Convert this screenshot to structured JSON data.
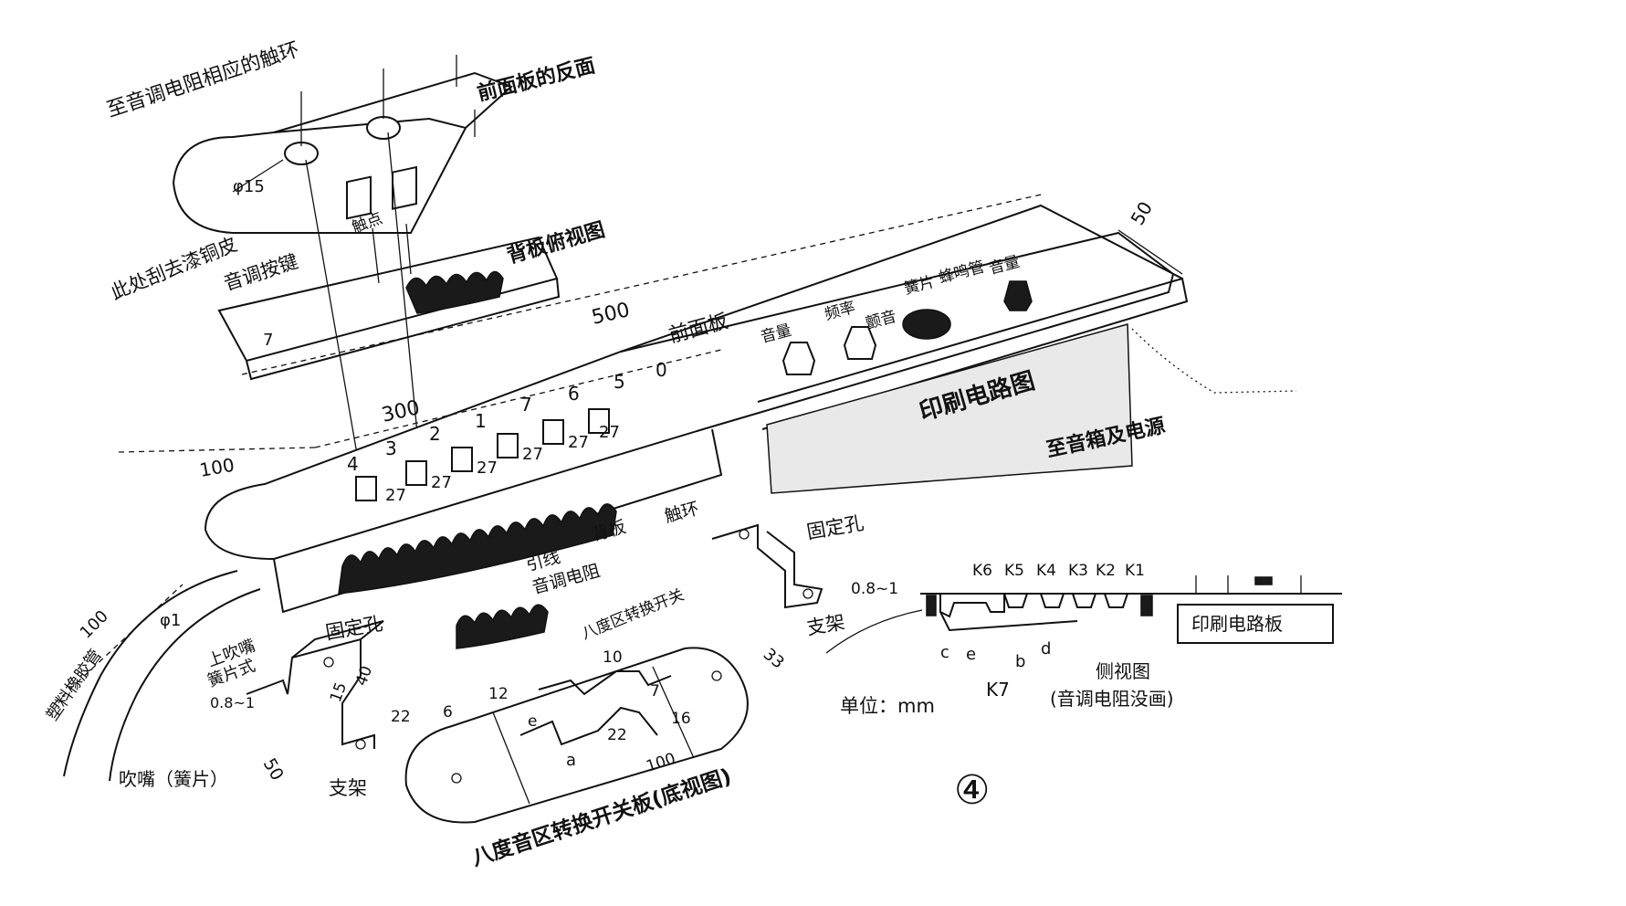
{
  "labels": {
    "key_contact": "至音调电阻相应的触环",
    "front_panel_reverse": "前面板的反面",
    "phi15": "φ15",
    "scrape_copper": "此处刮去漆铜皮",
    "contact": "触点",
    "tone_key": "音调按键",
    "back_panel_view": "背板俯视图",
    "dim_7": "7",
    "dim_500": "500",
    "front_panel": "前面板",
    "dim_50": "50",
    "knob_volume": "音量",
    "knob_freq": "频率",
    "knob_vibrato": "颤音",
    "knob_leaf": "簧片",
    "knob_buzzer": "蜂鸣管",
    "knob_tone": "音量",
    "pcb_box": "印刷电路图",
    "to_speaker_power": "至音箱及电源",
    "dim_300": "300",
    "dim_100_top": "100",
    "key_nums": [
      "4",
      "3",
      "2",
      "1",
      "7",
      "6",
      "5",
      "0"
    ],
    "spacing_27": "27",
    "lead_wire": "引线",
    "back_plate": "背板",
    "contact_ring": "触环",
    "tone_resistor": "音调电阻",
    "octave_switch": "八度区转换开关",
    "fix_hole_right": "固定孔",
    "dim_08_right": "0.8~1",
    "bracket_right": "支架",
    "dim_100_tube": "100",
    "phi1": "φ1",
    "rubber_tube": "塑料橡胶管",
    "mouthpiece_holder": "上吹嘴",
    "reed_sheet": "簧片式",
    "fix_hole_left": "固定孔",
    "dim_08_left": "0.8~1",
    "dim_15": "15",
    "dim_40": "40",
    "dim_22": "22",
    "dim_50_bracket": "50",
    "bracket_left": "支架",
    "mouthpiece": "吹嘴（簧片）",
    "dim_10": "10",
    "dim_33": "33",
    "dim_6": "6",
    "dim_12": "12",
    "dim_7b": "7",
    "dim_16": "16",
    "dim_22b": "22",
    "dim_100_bottom": "100",
    "letter_a": "a",
    "letter_e": "e",
    "bottom_view_title": "八度音区转换开关板(底视图)",
    "k_labels": [
      "K6",
      "K5",
      "K4",
      "K3",
      "K2",
      "K1"
    ],
    "pcb_board": "印刷电路板",
    "side_letters": [
      "c",
      "e",
      "b",
      "d"
    ],
    "k7": "K7",
    "unit": "单位：mm",
    "side_view": "侧视图",
    "side_view_sub": "(音调电阻没画)",
    "figure_num": "④"
  }
}
